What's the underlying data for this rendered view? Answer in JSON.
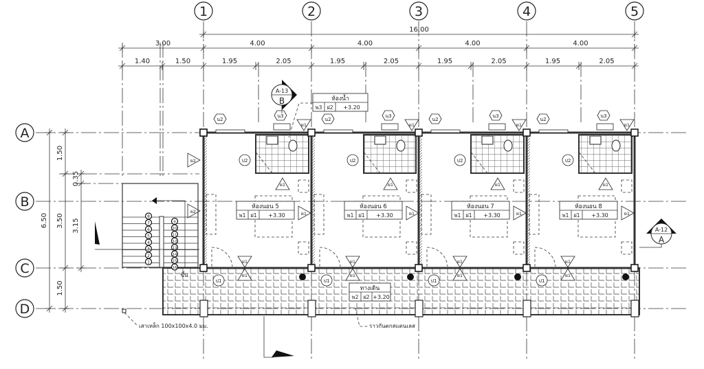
{
  "grid": {
    "columns": [
      "1",
      "2",
      "3",
      "4",
      "5"
    ],
    "rows": [
      "A",
      "B",
      "C",
      "D"
    ]
  },
  "dimensions": {
    "overall": "16.00",
    "bays": [
      "3.00",
      "4.00",
      "4.00",
      "4.00",
      "4.00"
    ],
    "sub_bays": [
      "1.40",
      "1.50",
      "1.95",
      "2.05",
      "1.95",
      "2.05",
      "1.95",
      "2.05",
      "1.95",
      "2.05"
    ],
    "left_overall": "6.50",
    "left_rows": [
      "1.50",
      "3.50",
      "1.50"
    ],
    "left_stair": [
      "0.35",
      "3.15"
    ]
  },
  "units": [
    {
      "room": "ห้องนอน 5",
      "floor": "พ1",
      "ceiling": "ฝ1",
      "level": "+3.30"
    },
    {
      "room": "ห้องนอน 6",
      "floor": "พ1",
      "ceiling": "ฝ1",
      "level": "+3.30"
    },
    {
      "room": "ห้องนอน 7",
      "floor": "พ1",
      "ceiling": "ฝ1",
      "level": "+3.30"
    },
    {
      "room": "ห้องนอน 8",
      "floor": "พ1",
      "ceiling": "ฝ1",
      "level": "+3.30"
    }
  ],
  "bathroom_tag": {
    "room": "ห้องน้ำ",
    "floor": "พ3",
    "ceiling": "ฝ2",
    "level": "+3.20"
  },
  "walkway_tag": {
    "room": "ทางเดิน",
    "floor": "พ2",
    "ceiling": "ฝ2",
    "level": "+3.20"
  },
  "symbols": {
    "window_2": "น2",
    "window_3": "น3",
    "wall_1": "ผ1",
    "wall_2": "ผ2",
    "door_1": "ป1",
    "door_2": "ป2"
  },
  "sections": [
    {
      "sheet": "A-13",
      "mark": "B"
    },
    {
      "sheet": "A-12",
      "mark": "A"
    }
  ],
  "stair": {
    "up_label": "ขึ้น",
    "steps_left": [
      "1",
      "2",
      "3",
      "4",
      "5",
      "6",
      "7",
      "8"
    ],
    "steps_right": [
      "9",
      "10",
      "11",
      "12",
      "13",
      "14",
      "15",
      "16"
    ]
  },
  "notes": {
    "post": "เสาเหล็ก 100x100x4.0 มม.",
    "railing": "ราวกันตกสแตนเลส"
  }
}
